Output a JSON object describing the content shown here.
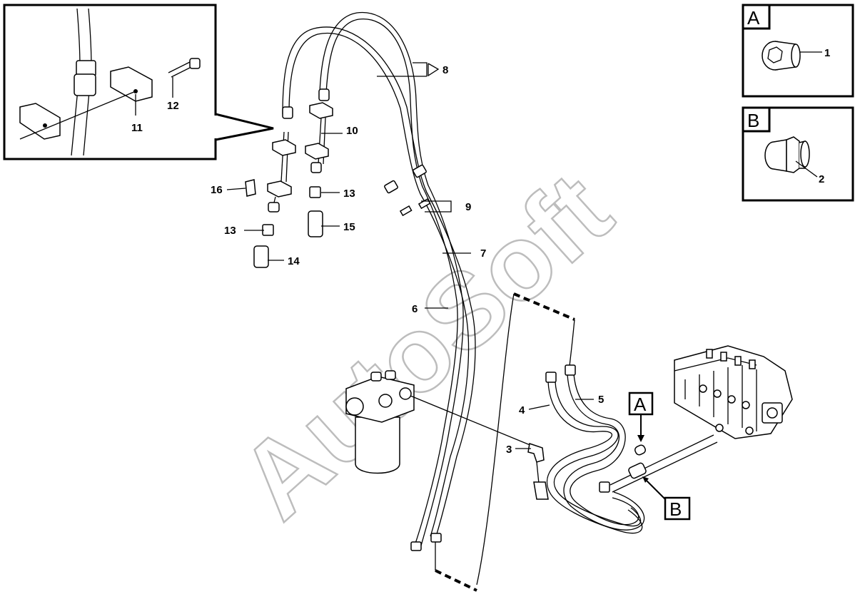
{
  "watermark": "AutoSoft",
  "callouts": [
    {
      "id": "1",
      "text": "1"
    },
    {
      "id": "2",
      "text": "2"
    },
    {
      "id": "3",
      "text": "3"
    },
    {
      "id": "4",
      "text": "4"
    },
    {
      "id": "5",
      "text": "5"
    },
    {
      "id": "6",
      "text": "6"
    },
    {
      "id": "7",
      "text": "7"
    },
    {
      "id": "8",
      "text": "8"
    },
    {
      "id": "9",
      "text": "9"
    },
    {
      "id": "10",
      "text": "10"
    },
    {
      "id": "11",
      "text": "11"
    },
    {
      "id": "12",
      "text": "12"
    },
    {
      "id": "13a",
      "text": "13"
    },
    {
      "id": "13b",
      "text": "13"
    },
    {
      "id": "14",
      "text": "14"
    },
    {
      "id": "15",
      "text": "15"
    },
    {
      "id": "16",
      "text": "16"
    }
  ],
  "detail_boxes": {
    "a": {
      "label": "A"
    },
    "b": {
      "label": "B"
    }
  },
  "location_markers": {
    "a": {
      "label": "A"
    },
    "b": {
      "label": "B"
    }
  }
}
